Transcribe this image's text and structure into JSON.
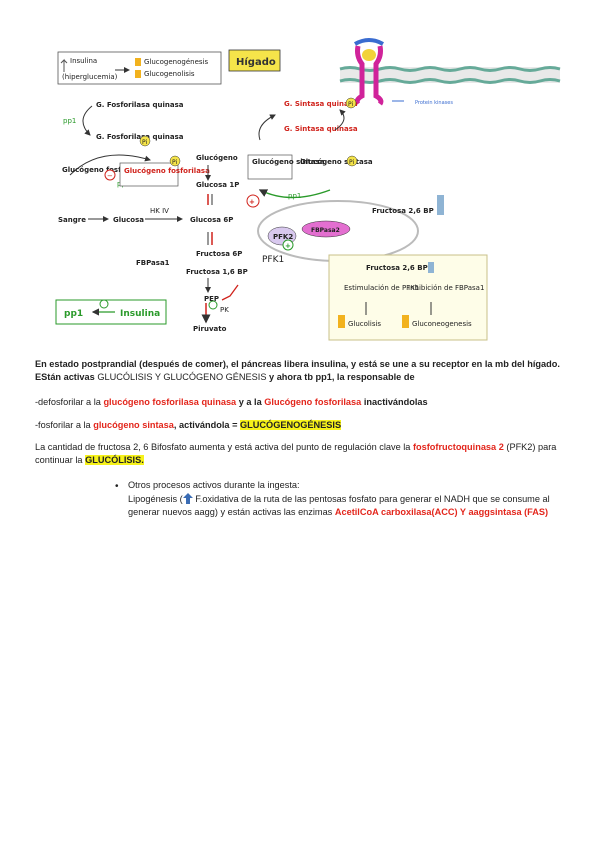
{
  "diagram": {
    "legend": {
      "insulin": "Insulina",
      "hyper": "(hiperglucemia)",
      "glycogenesis": "Glucogenogénesis",
      "glycogenolysis": "Glucogenolisis"
    },
    "organ_label": "Hígado",
    "labels": {
      "pp1_left": "pp1",
      "g_fosforilasa_quinasa_top": "G. Fosforilasa quinasa",
      "g_fosforilasa_quinasa_bottom": "G. Fosforilasa quinasa",
      "pi": "Pi",
      "glucogeno": "Glucógeno",
      "glucosa_1p": "Glucosa 1P",
      "glucogeno_fosforilasa": "Glucógeno fosforilasa",
      "glucogeno_fosforilasa_boxed": "Glucógeno fosforilasa",
      "pp1_mid": "pp1",
      "glucogeno_sintasa": "Glucógeno sintasa",
      "glucogeno_sintasa_right": "Glucógeno sintasa",
      "g_sintasa_quinasa_top": "G. Sintasa quinasa",
      "g_sintasa_quinasa_bottom": "G. Sintasa quinasa",
      "pp1_right": "pp1",
      "sangre": "Sangre",
      "glucosa": "Glucosa",
      "hk_iv": "HK IV",
      "glucosa_6p": "Glucosa 6P",
      "fructosa_6p": "Fructosa 6P",
      "fbpasa1": "FBPasa1",
      "fructosa_16bp": "Fructosa 1,6 BP",
      "pep": "PEP",
      "pk": "PK",
      "piruvato": "Piruvato",
      "pfk2": "PFK2",
      "fbpasa2": "FBPasa2",
      "pfk1": "PFK1",
      "fructosa_26bp": "Fructosa 2,6 BP",
      "box_title": "Fructosa 2,6 BP",
      "estim": "Estimulación de PFK1",
      "inhib": "Inhibición de FBPasa1",
      "glucolisis": "Glucolisis",
      "gluconeogenesis": "Gluconeogenesis",
      "pp1_insulina_left": "pp1",
      "pp1_insulina_right": "Insulina",
      "protein_kinase": "Protein kinases"
    }
  },
  "text": {
    "p1_a": "En estado postprandial (después de comer), el páncreas libera insulina, y está se une a su receptor en la mb del hígado. EStán activas ",
    "p1_b": "GLUCÓLISIS Y GLUCÓGENO GÉNESIS",
    "p1_c": " y  ahora tb  pp1,  la responsable de",
    "p2_a": "-defosforilar a la ",
    "p2_b": "glucógeno fosforilasa quinasa",
    "p2_c": " y a la ",
    "p2_d": "Glucógeno fosforilasa",
    "p2_e": " inactivándolas",
    "p3_a": "-fosforilar a la ",
    "p3_b": "glucógeno sintasa",
    "p3_c": ", activándola = ",
    "p3_d": "GLUCÓGENOGÉNESIS",
    "p4_a": "La cantidad de fructosa 2, 6 Bifosfato aumenta y está activa del punto de regulación clave la ",
    "p4_b": "fosfofructoquinasa 2",
    "p4_c": " (PFK2) para continuar la ",
    "p4_d": "GLUCÓLISIS.",
    "bullet_1": "Otros procesos activos durante la ingesta:",
    "bullet_2a": "Lipogénesis (",
    "bullet_2b": " F.oxidativa de la ruta de las pentosas fosfato para generar el NADH que se consume al generar nuevos aagg) y están activas las enzimas ",
    "bullet_2c": "AcetilCoA carboxilasa(ACC) Y aaggsintasa (FAS)"
  },
  "colors": {
    "red": "#e3261c",
    "highlight": "#f6f21a",
    "green": "#2a9a2a",
    "yellow_box": "#f5e44a"
  }
}
